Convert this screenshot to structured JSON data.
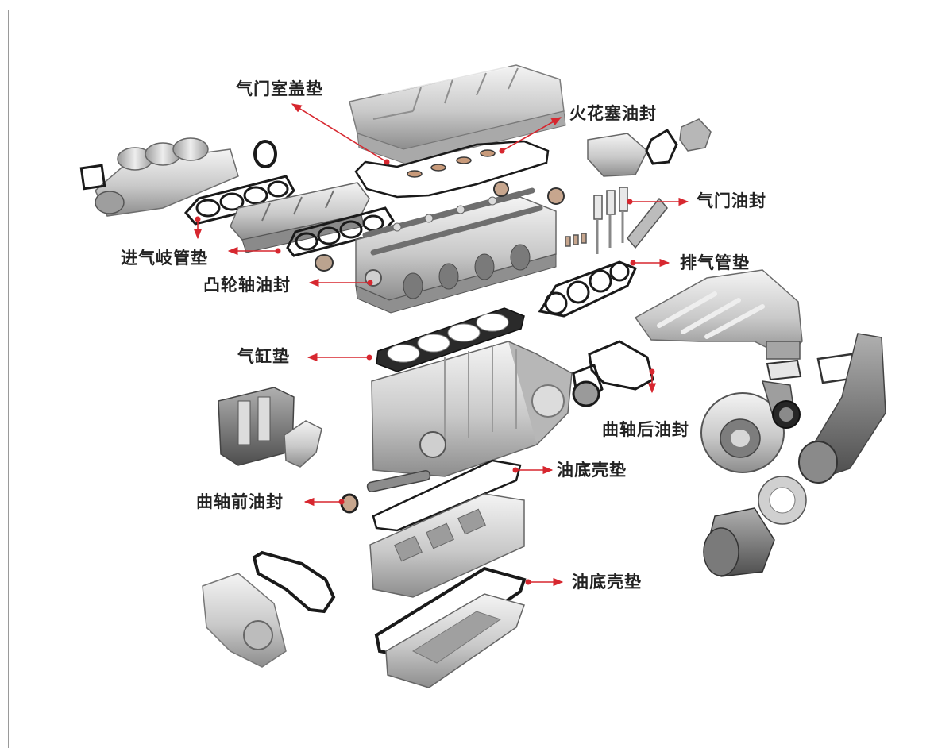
{
  "colors": {
    "leader": "#d7272f",
    "gasket": "#1a1a1a",
    "metal_light": "#eeeeee",
    "metal_mid": "#bdbdbd",
    "metal_dark": "#6e6e6e"
  },
  "labels": {
    "valve_cover_gasket": "气门室盖垫",
    "spark_plug_seal": "火花塞油封",
    "valve_stem_seal": "气门油封",
    "intake_manifold_gasket": "进气岐管垫",
    "camshaft_seal": "凸轮轴油封",
    "exhaust_manifold_gasket": "排气管垫",
    "head_gasket": "气缸垫",
    "rear_crank_seal": "曲轴后油封",
    "oil_pan_gasket_upper": "油底壳垫",
    "front_crank_seal": "曲轴前油封",
    "oil_pan_gasket_lower": "油底壳垫"
  }
}
